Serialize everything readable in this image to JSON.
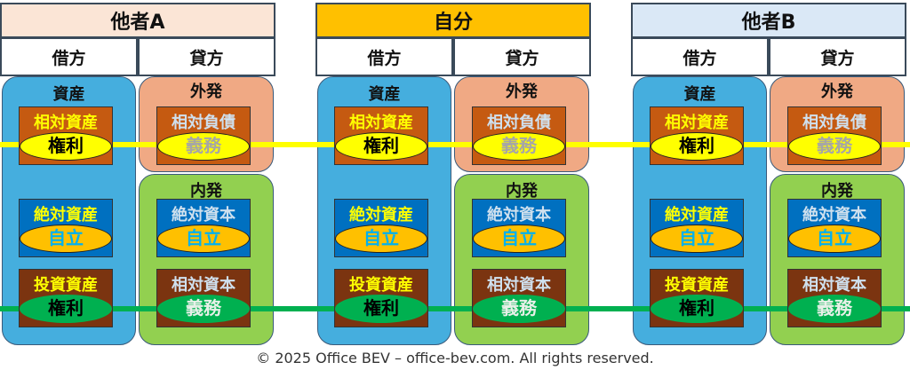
{
  "panels": [
    {
      "title": "他者A",
      "title_bg": "#fbe5d6",
      "debit": "借方",
      "credit": "貸方",
      "assets": "資産",
      "external": "外発",
      "internal": "内発",
      "boxes": {
        "rel_asset": {
          "label": "相対資産",
          "ellipse": "権利"
        },
        "rel_liab": {
          "label": "相対負債",
          "ellipse": "義務"
        },
        "abs_asset": {
          "label": "絶対資産",
          "ellipse": "自立"
        },
        "abs_cap": {
          "label": "絶対資本",
          "ellipse": "自立"
        },
        "inv_asset": {
          "label": "投資資産",
          "ellipse": "権利"
        },
        "rel_cap": {
          "label": "相対資本",
          "ellipse": "義務"
        }
      }
    },
    {
      "title": "自分",
      "title_bg": "#ffc000",
      "debit": "借方",
      "credit": "貸方",
      "assets": "資産",
      "external": "外発",
      "internal": "内発",
      "boxes": {
        "rel_asset": {
          "label": "相対資産",
          "ellipse": "権利"
        },
        "rel_liab": {
          "label": "相対負債",
          "ellipse": "義務"
        },
        "abs_asset": {
          "label": "絶対資産",
          "ellipse": "自立"
        },
        "abs_cap": {
          "label": "絶対資本",
          "ellipse": "自立"
        },
        "inv_asset": {
          "label": "投資資産",
          "ellipse": "権利"
        },
        "rel_cap": {
          "label": "相対資本",
          "ellipse": "義務"
        }
      }
    },
    {
      "title": "他者B",
      "title_bg": "#dae8f6",
      "debit": "借方",
      "credit": "貸方",
      "assets": "資産",
      "external": "外発",
      "internal": "内発",
      "boxes": {
        "rel_asset": {
          "label": "相対資産",
          "ellipse": "権利"
        },
        "rel_liab": {
          "label": "相対負債",
          "ellipse": "義務"
        },
        "abs_asset": {
          "label": "絶対資産",
          "ellipse": "自立"
        },
        "abs_cap": {
          "label": "絶対資本",
          "ellipse": "自立"
        },
        "inv_asset": {
          "label": "投資資産",
          "ellipse": "権利"
        },
        "rel_cap": {
          "label": "相対資本",
          "ellipse": "義務"
        }
      }
    }
  ],
  "footer": "© 2025 Office BEV – office-bev.com. All rights reserved."
}
